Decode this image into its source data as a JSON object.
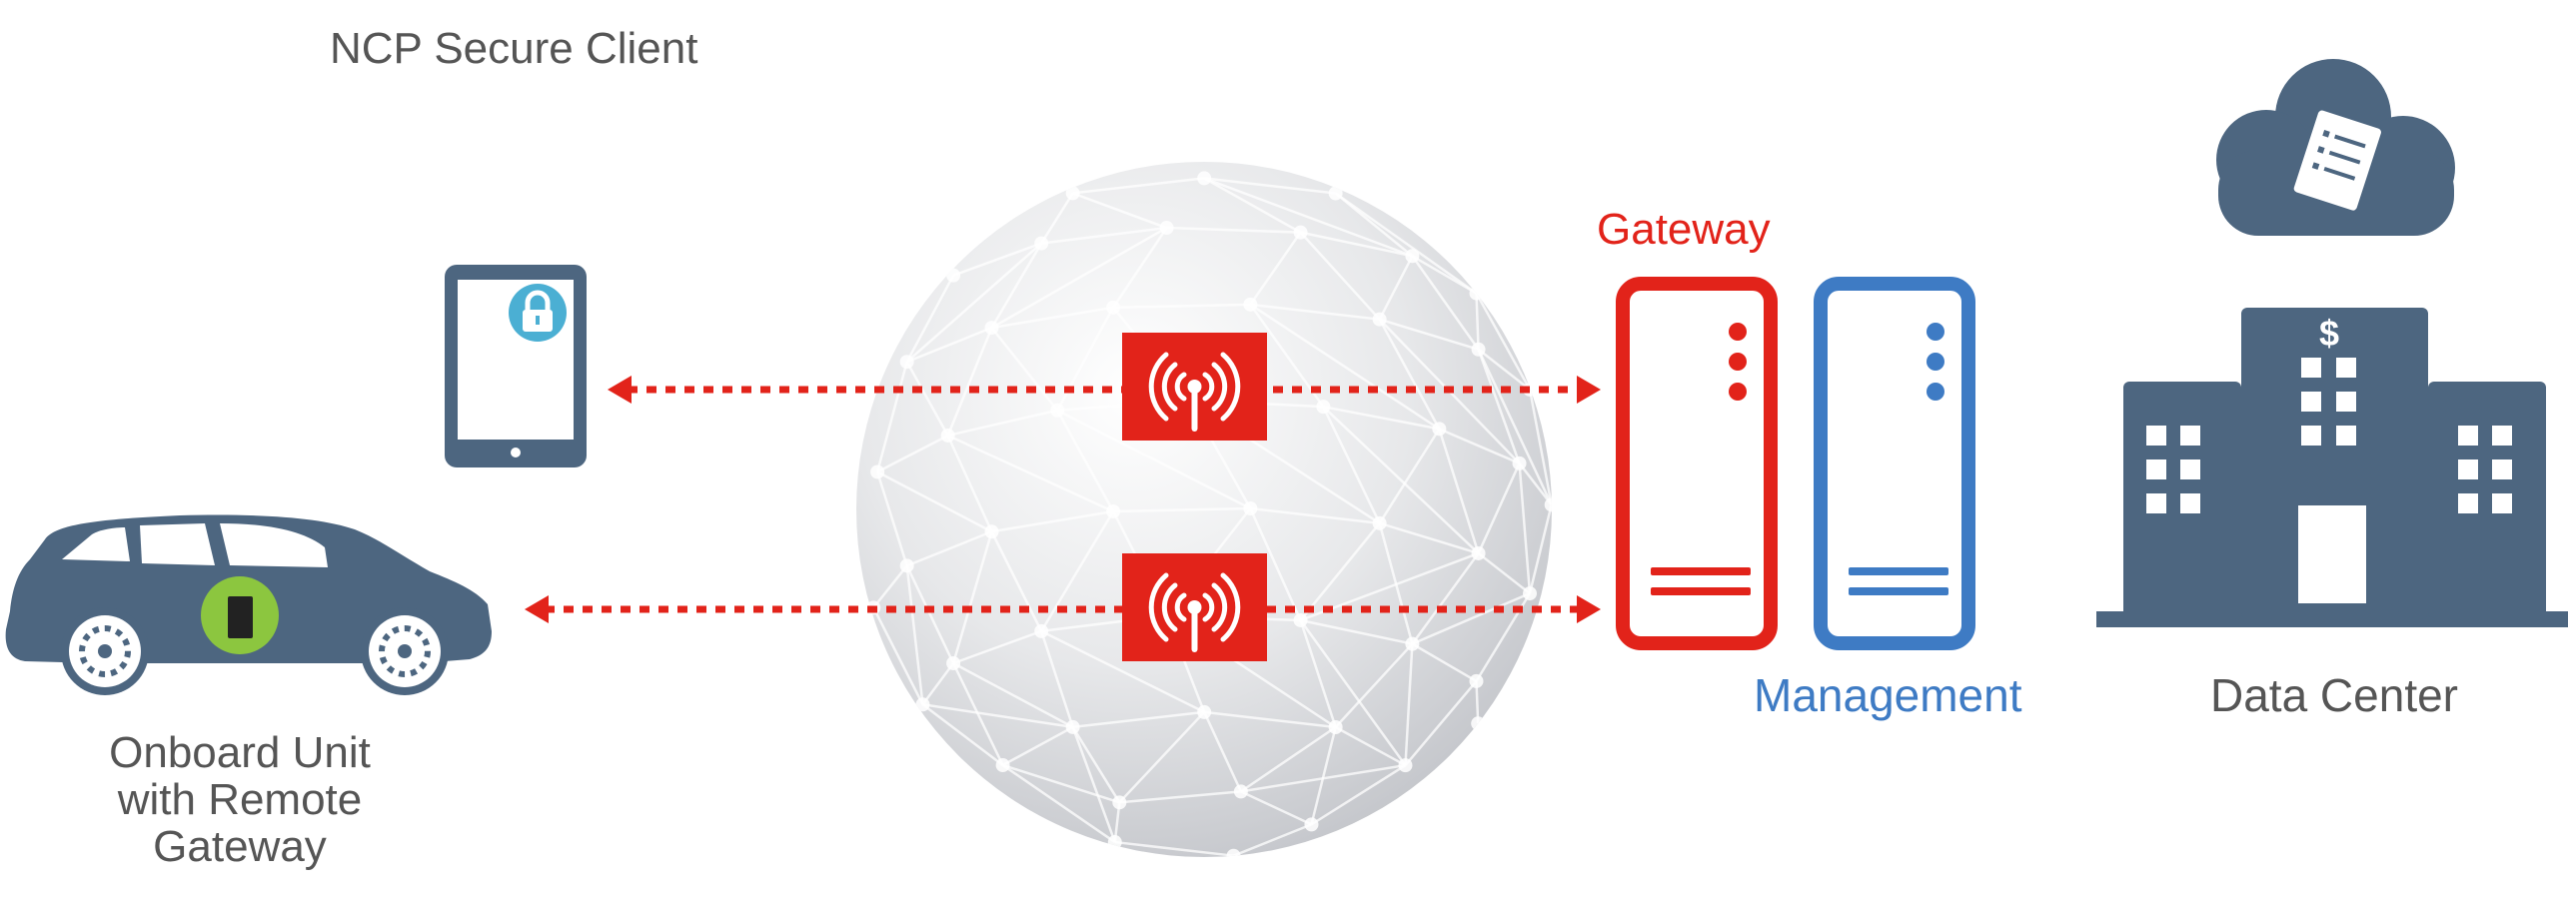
{
  "labels": {
    "client": "NCP Secure Client",
    "gateway": "Gateway",
    "management": "Management",
    "datacenter": "Data Center",
    "onboard": [
      "Onboard Unit",
      "with Remote",
      "Gateway"
    ]
  },
  "colors": {
    "red": "#E2231A",
    "slate": "#4D6680",
    "blue": "#3E7BC4",
    "green": "#8CC63F",
    "lock": "#4BAFD3",
    "text_gray": "#555555",
    "globe": "#D9DADD"
  },
  "icons": {
    "tablet": "tablet-lock-icon",
    "car": "car-icon",
    "antenna": "wireless-antenna-icon",
    "gateway_server": "server-icon",
    "management_server": "server-icon",
    "cloud": "cloud-document-icon",
    "building": "office-building-icon"
  }
}
